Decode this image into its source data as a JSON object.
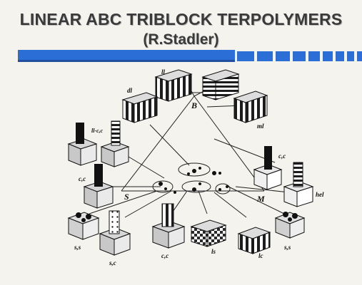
{
  "slide": {
    "title": "LINEAR ABC TRIBLOCK TERPOLYMERS",
    "subtitle": "(R.Stadler)"
  },
  "colors": {
    "bar": "#2b6fd6",
    "bar_dark": "#1f4f9e",
    "background": "#f4f3ee",
    "ink": "#1d1d1d"
  },
  "diagram": {
    "vertices": {
      "top": "B",
      "left": "S",
      "right": "M"
    },
    "morphologies": {
      "ll": "ll",
      "dl": "dl",
      "ml": "ml",
      "llcc_top": "ll-c,c",
      "cc_left": "c,c",
      "cc_right": "c,c",
      "hel": "hel",
      "ss_left": "s,s",
      "sc": "s,c",
      "cc_bottom": "c,c",
      "ls": "ls",
      "lc": "lc",
      "ss_right": "s,s"
    }
  }
}
